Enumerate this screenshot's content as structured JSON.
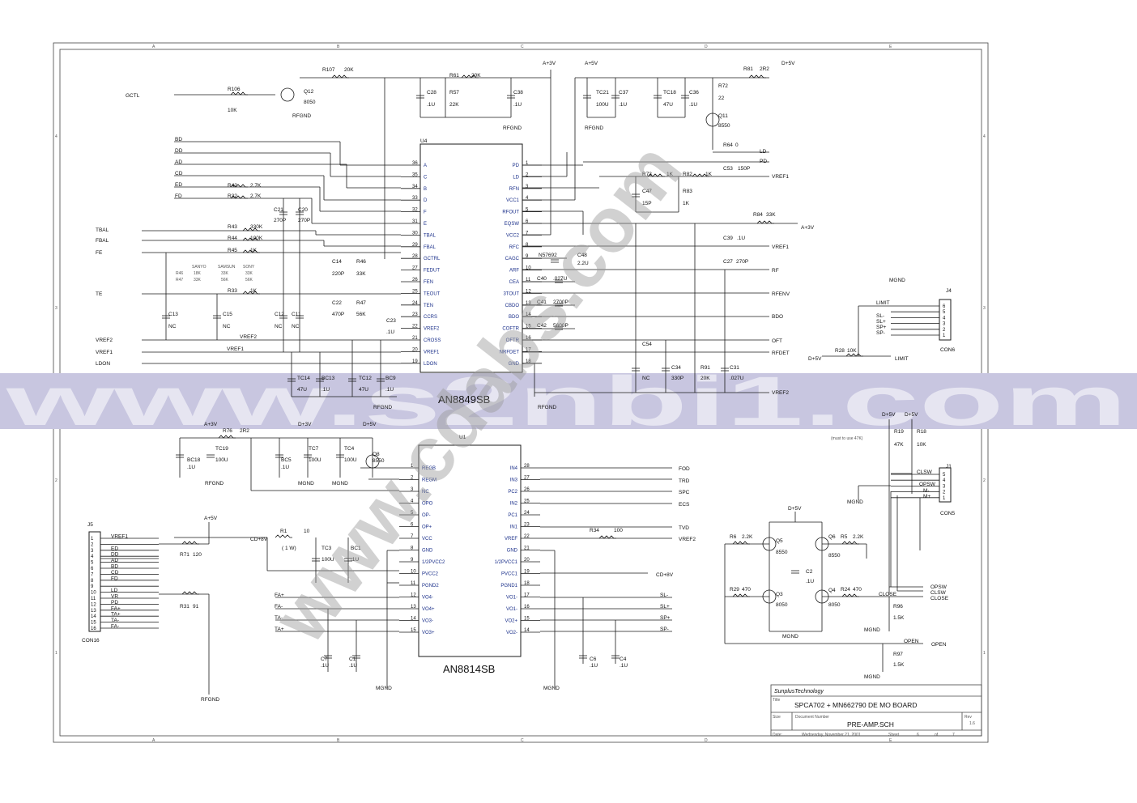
{
  "zones": {
    "cols": [
      "A",
      "B",
      "C",
      "D",
      "E"
    ],
    "rows": [
      "4",
      "3",
      "2",
      "1"
    ]
  },
  "labels": [
    {
      "text": "GCTL"
    },
    {
      "text": "R106"
    },
    {
      "text": "10K"
    },
    {
      "text": "Q12"
    },
    {
      "text": "8050"
    },
    {
      "text": "RFGND"
    },
    {
      "text": "R107"
    },
    {
      "text": "20K"
    },
    {
      "text": "R61"
    },
    {
      "text": "20K"
    },
    {
      "text": "C28"
    },
    {
      "text": ".1U"
    },
    {
      "text": "R57"
    },
    {
      "text": "22K"
    },
    {
      "text": "C38"
    },
    {
      "text": ".1U"
    },
    {
      "text": "RFGND"
    },
    {
      "text": "A+3V"
    },
    {
      "text": "A+5V"
    },
    {
      "text": "TC21"
    },
    {
      "text": "100U"
    },
    {
      "text": "C37"
    },
    {
      "text": ".1U"
    },
    {
      "text": "RFGND"
    },
    {
      "text": "TC18"
    },
    {
      "text": "47U"
    },
    {
      "text": "C36"
    },
    {
      "text": ".1U"
    },
    {
      "text": "R72"
    },
    {
      "text": "22"
    },
    {
      "text": "Q11"
    },
    {
      "text": "8550"
    },
    {
      "text": "R81"
    },
    {
      "text": "2R2"
    },
    {
      "text": "D+5V"
    },
    {
      "text": "R64"
    },
    {
      "text": "0"
    },
    {
      "text": "LD"
    },
    {
      "text": "PD"
    },
    {
      "text": "R73"
    },
    {
      "text": "1K"
    },
    {
      "text": "R82"
    },
    {
      "text": "1K"
    },
    {
      "text": "C53"
    },
    {
      "text": "150P"
    },
    {
      "text": "VREF1"
    },
    {
      "text": "C47"
    },
    {
      "text": "15P"
    },
    {
      "text": "R83"
    },
    {
      "text": "1K"
    },
    {
      "text": "R84"
    },
    {
      "text": "33K"
    },
    {
      "text": "A+3V"
    },
    {
      "text": "C39"
    },
    {
      "text": ".1U"
    },
    {
      "text": "VREF1"
    },
    {
      "text": "C27"
    },
    {
      "text": "270P"
    },
    {
      "text": "RF"
    },
    {
      "text": "RFENV"
    },
    {
      "text": "BDO"
    },
    {
      "text": "OFT"
    },
    {
      "text": "RFDET"
    },
    {
      "text": "N57692"
    },
    {
      "text": "C48"
    },
    {
      "text": "2.2U"
    },
    {
      "text": "C40"
    },
    {
      "text": ".027U"
    },
    {
      "text": "C41"
    },
    {
      "text": "2700P"
    },
    {
      "text": "C42"
    },
    {
      "text": "5600P"
    },
    {
      "text": "C54"
    },
    {
      "text": "NC"
    },
    {
      "text": "C34"
    },
    {
      "text": "330P"
    },
    {
      "text": "R91"
    },
    {
      "text": "20K"
    },
    {
      "text": "C31"
    },
    {
      "text": ".027U"
    },
    {
      "text": "VREF2"
    },
    {
      "text": "RFGND"
    },
    {
      "text": "BD"
    },
    {
      "text": "DD"
    },
    {
      "text": "AD"
    },
    {
      "text": "CD"
    },
    {
      "text": "ED"
    },
    {
      "text": "FD"
    },
    {
      "text": "R42"
    },
    {
      "text": "2.7K"
    },
    {
      "text": "R32"
    },
    {
      "text": "2.7K"
    },
    {
      "text": "C21"
    },
    {
      "text": "270P"
    },
    {
      "text": "C20"
    },
    {
      "text": "270P"
    },
    {
      "text": "TBAL"
    },
    {
      "text": "FBAL"
    },
    {
      "text": "FE"
    },
    {
      "text": "R43"
    },
    {
      "text": "330K"
    },
    {
      "text": "R44"
    },
    {
      "text": "100K"
    },
    {
      "text": "R45"
    },
    {
      "text": "1K"
    },
    {
      "text": "C14"
    },
    {
      "text": "220P"
    },
    {
      "text": "R46"
    },
    {
      "text": "33K"
    },
    {
      "text": "TE"
    },
    {
      "text": "R33"
    },
    {
      "text": "1K"
    },
    {
      "text": "C22"
    },
    {
      "text": "470P"
    },
    {
      "text": "R47"
    },
    {
      "text": "56K"
    },
    {
      "text": "C13"
    },
    {
      "text": "NC"
    },
    {
      "text": "C15"
    },
    {
      "text": "NC"
    },
    {
      "text": "C12"
    },
    {
      "text": "NC"
    },
    {
      "text": "C11"
    },
    {
      "text": "NC"
    },
    {
      "text": "C23"
    },
    {
      "text": ".1U"
    },
    {
      "text": "VREF2"
    },
    {
      "text": "VREF2"
    },
    {
      "text": "VREF1"
    },
    {
      "text": "VREF1"
    },
    {
      "text": "LDON"
    },
    {
      "text": "TC14"
    },
    {
      "text": "47U"
    },
    {
      "text": "BC13"
    },
    {
      "text": ".1U"
    },
    {
      "text": "TC12"
    },
    {
      "text": "47U"
    },
    {
      "text": "BC9"
    },
    {
      "text": ".1U"
    },
    {
      "text": "RFGND"
    },
    {
      "text": "A+3V"
    },
    {
      "text": "R76"
    },
    {
      "text": "2R2"
    },
    {
      "text": "BC18"
    },
    {
      "text": ".1U"
    },
    {
      "text": "TC19"
    },
    {
      "text": "100U"
    },
    {
      "text": "RFGND"
    },
    {
      "text": "D+3V"
    },
    {
      "text": "BC5"
    },
    {
      "text": ".1U"
    },
    {
      "text": "TC7"
    },
    {
      "text": "100U"
    },
    {
      "text": "MGND"
    },
    {
      "text": "D+5V"
    },
    {
      "text": "TC4"
    },
    {
      "text": "100U"
    },
    {
      "text": "MGND"
    },
    {
      "text": "Q8"
    },
    {
      "text": "8550"
    },
    {
      "text": "FOD"
    },
    {
      "text": "TRD"
    },
    {
      "text": "SPC"
    },
    {
      "text": "ECS"
    },
    {
      "text": "TVD"
    },
    {
      "text": "VREF2"
    },
    {
      "text": "R34"
    },
    {
      "text": "100"
    },
    {
      "text": "CD+8V"
    },
    {
      "text": "R1"
    },
    {
      "text": "10"
    },
    {
      "text": "( 1  W)"
    },
    {
      "text": "TC3"
    },
    {
      "text": "100U"
    },
    {
      "text": "BC1"
    },
    {
      "text": ".1U"
    },
    {
      "text": "CD+8V"
    },
    {
      "text": "FA+"
    },
    {
      "text": "FA-"
    },
    {
      "text": "TA-"
    },
    {
      "text": "TA+"
    },
    {
      "text": "SL-"
    },
    {
      "text": "SL+"
    },
    {
      "text": "SP+"
    },
    {
      "text": "SP-"
    },
    {
      "text": "C7"
    },
    {
      "text": ".1U"
    },
    {
      "text": "C1"
    },
    {
      "text": ".1U"
    },
    {
      "text": "MGND"
    },
    {
      "text": "C6"
    },
    {
      "text": ".1U"
    },
    {
      "text": "C4"
    },
    {
      "text": ".1U"
    },
    {
      "text": "MGND"
    },
    {
      "text": "J5"
    },
    {
      "text": "A+5V"
    },
    {
      "text": "R71"
    },
    {
      "text": "120"
    },
    {
      "text": "R31"
    },
    {
      "text": "91"
    },
    {
      "text": "CON16"
    },
    {
      "text": "RFGND"
    },
    {
      "text": "MGND"
    },
    {
      "text": "J4"
    },
    {
      "text": "LIMIT"
    },
    {
      "text": "SL-"
    },
    {
      "text": "SL+"
    },
    {
      "text": "SP+"
    },
    {
      "text": "SP-"
    },
    {
      "text": "R28"
    },
    {
      "text": "10K"
    },
    {
      "text": "D+5V"
    },
    {
      "text": "LIMIT"
    },
    {
      "text": "CON6"
    },
    {
      "text": "D+5V"
    },
    {
      "text": "D+5V"
    },
    {
      "text": "R19"
    },
    {
      "text": "47K"
    },
    {
      "text": "R18"
    },
    {
      "text": "10K"
    },
    {
      "text": "(must to use 47K)"
    },
    {
      "text": "CLSW"
    },
    {
      "text": "J1"
    },
    {
      "text": "OPSW"
    },
    {
      "text": "M-"
    },
    {
      "text": "M+"
    },
    {
      "text": "MGND"
    },
    {
      "text": "CON5"
    },
    {
      "text": "D+5V"
    },
    {
      "text": "R6"
    },
    {
      "text": "2.2K"
    },
    {
      "text": "Q5"
    },
    {
      "text": "8550"
    },
    {
      "text": "Q6"
    },
    {
      "text": "8550"
    },
    {
      "text": "R5"
    },
    {
      "text": "2.2K"
    },
    {
      "text": "C2"
    },
    {
      "text": ".1U"
    },
    {
      "text": "R29"
    },
    {
      "text": "470"
    },
    {
      "text": "Q3"
    },
    {
      "text": "8050"
    },
    {
      "text": "Q4"
    },
    {
      "text": "8050"
    },
    {
      "text": "R24"
    },
    {
      "text": "470"
    },
    {
      "text": "MGND"
    },
    {
      "text": "OPSW"
    },
    {
      "text": "CLSW"
    },
    {
      "text": "CLOSE"
    },
    {
      "text": "CLOSE"
    },
    {
      "text": "R96"
    },
    {
      "text": "1.5K"
    },
    {
      "text": "MGND"
    },
    {
      "text": "OPEN"
    },
    {
      "text": "OPEN"
    },
    {
      "text": "R97"
    },
    {
      "text": "1.5K"
    },
    {
      "text": "MGND"
    }
  ],
  "u4": {
    "ref": "U4",
    "part": "AN8849SB",
    "left_pins": [
      {
        "num": "36",
        "name": "A"
      },
      {
        "num": "35",
        "name": "C"
      },
      {
        "num": "34",
        "name": "B"
      },
      {
        "num": "33",
        "name": "D"
      },
      {
        "num": "32",
        "name": "F"
      },
      {
        "num": "31",
        "name": "E"
      },
      {
        "num": "30",
        "name": "TBAL"
      },
      {
        "num": "29",
        "name": "FBAL"
      },
      {
        "num": "28",
        "name": "GCTRL"
      },
      {
        "num": "27",
        "name": "FEDUT"
      },
      {
        "num": "26",
        "name": "FEN"
      },
      {
        "num": "25",
        "name": "TEOUT"
      },
      {
        "num": "24",
        "name": "TEN"
      },
      {
        "num": "23",
        "name": "CCRS"
      },
      {
        "num": "22",
        "name": "VREF2"
      },
      {
        "num": "21",
        "name": "CROSS"
      },
      {
        "num": "20",
        "name": "VREF1"
      },
      {
        "num": "19",
        "name": "LDON"
      }
    ],
    "right_pins": [
      {
        "num": "1",
        "name": "PD"
      },
      {
        "num": "2",
        "name": "LD"
      },
      {
        "num": "3",
        "name": "RFN"
      },
      {
        "num": "4",
        "name": "VCC1"
      },
      {
        "num": "5",
        "name": "RFOUT"
      },
      {
        "num": "6",
        "name": "EQSW"
      },
      {
        "num": "7",
        "name": "VCC2"
      },
      {
        "num": "8",
        "name": "RFC"
      },
      {
        "num": "9",
        "name": "CAGC"
      },
      {
        "num": "10",
        "name": "ARF"
      },
      {
        "num": "11",
        "name": "CEA"
      },
      {
        "num": "12",
        "name": "3TOUT"
      },
      {
        "num": "13",
        "name": "CBDO"
      },
      {
        "num": "14",
        "name": "BDO"
      },
      {
        "num": "15",
        "name": "COFTR"
      },
      {
        "num": "16",
        "name": "OFTR"
      },
      {
        "num": "17",
        "name": "NRFDET"
      },
      {
        "num": "18",
        "name": "GND"
      }
    ]
  },
  "u1": {
    "ref": "U1",
    "part": "AN8814SB",
    "left_pins": [
      {
        "num": "1",
        "name": "REGB"
      },
      {
        "num": "2",
        "name": "REGM"
      },
      {
        "num": "3",
        "name": "NC"
      },
      {
        "num": "4",
        "name": "OPO"
      },
      {
        "num": "5",
        "name": "OP-"
      },
      {
        "num": "6",
        "name": "OP+"
      },
      {
        "num": "7",
        "name": "VCC"
      },
      {
        "num": "8",
        "name": "GND"
      },
      {
        "num": "9",
        "name": "1/2PVCC2"
      },
      {
        "num": "10",
        "name": "PVCC2"
      },
      {
        "num": "11",
        "name": "PGND2"
      },
      {
        "num": "12",
        "name": "VO4-"
      },
      {
        "num": "13",
        "name": "VO4+"
      },
      {
        "num": "14",
        "name": "VO3-"
      },
      {
        "num": "15",
        "name": "VO3+"
      }
    ],
    "right_pins": [
      {
        "num": "28",
        "name": "IN4"
      },
      {
        "num": "27",
        "name": "IN3"
      },
      {
        "num": "26",
        "name": "PC2"
      },
      {
        "num": "25",
        "name": "IN2"
      },
      {
        "num": "24",
        "name": "PC1"
      },
      {
        "num": "23",
        "name": "IN1"
      },
      {
        "num": "22",
        "name": "VREF"
      },
      {
        "num": "21",
        "name": "GND"
      },
      {
        "num": "20",
        "name": "1/2PVCC1"
      },
      {
        "num": "19",
        "name": "PVCC1"
      },
      {
        "num": "18",
        "name": "PGND1"
      },
      {
        "num": "17",
        "name": "VO1-"
      },
      {
        "num": "16",
        "name": "VO1-"
      },
      {
        "num": "15",
        "name": "VO2+"
      },
      {
        "num": "14",
        "name": "VO2-"
      }
    ]
  },
  "j5_pins": [
    {
      "num": "1",
      "net": "VREF1"
    },
    {
      "num": "2",
      "net": ""
    },
    {
      "num": "3",
      "net": "ED"
    },
    {
      "num": "4",
      "net": "DD"
    },
    {
      "num": "5",
      "net": "AD"
    },
    {
      "num": "6",
      "net": "BD"
    },
    {
      "num": "7",
      "net": "CD"
    },
    {
      "num": "8",
      "net": "FD"
    },
    {
      "num": "9",
      "net": ""
    },
    {
      "num": "10",
      "net": "LD"
    },
    {
      "num": "11",
      "net": "VR"
    },
    {
      "num": "12",
      "net": "PD"
    },
    {
      "num": "13",
      "net": "FA+"
    },
    {
      "num": "14",
      "net": "TA+"
    },
    {
      "num": "15",
      "net": "TA-"
    },
    {
      "num": "16",
      "net": "FA-"
    }
  ],
  "j4_pins": [
    "6",
    "5",
    "4",
    "3",
    "2",
    "1"
  ],
  "j1_pins": [
    "5",
    "4",
    "3",
    "2",
    "1"
  ],
  "sanyo_table": {
    "headers": [
      "SANYO",
      "SAMSUN",
      "SONY"
    ],
    "rows": [
      {
        "ref": "R46",
        "vals": [
          "18K",
          "33K",
          "33K"
        ]
      },
      {
        "ref": "R47",
        "vals": [
          "33K",
          "56K",
          "56K"
        ]
      }
    ]
  },
  "title_block": {
    "company": "SunplusTechnology",
    "title_label": "Title",
    "title": "SPCA702 + MN662790 DE MO BOARD",
    "size_label": "Size",
    "docnum_label": "Document Number",
    "docnum": "PRE-AMP.SCH",
    "rev_label": "Rev",
    "rev": "1.6",
    "date_label": "Date:",
    "date": "Wednesday, November 21, 2001",
    "sheet_label": "Sheet",
    "sheet": "6",
    "of_label": "of",
    "of": "7"
  },
  "watermark": {
    "band_text": "www.s2nbi1.com",
    "diag_text": "www.cdabs.com",
    "color": "#c8c6e0"
  }
}
